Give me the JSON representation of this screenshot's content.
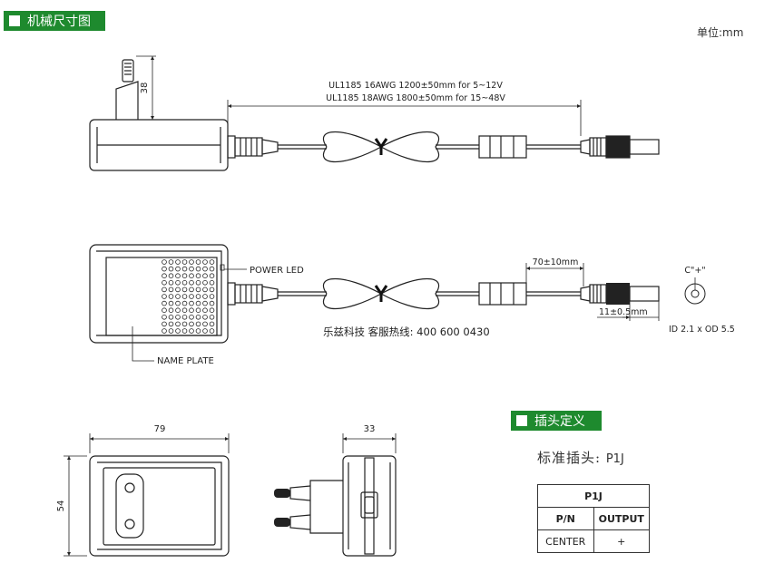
{
  "header_dims": "机械尺寸图",
  "unit": "单位:mm",
  "cable_spec_1": "UL1185 16AWG 1200±50mm for 5~12V",
  "cable_spec_2": "UL1185 18AWG 1800±50mm for 15~48V",
  "dim_38": "38",
  "power_led": "POWER LED",
  "name_plate": "NAME PLATE",
  "dim_70": "70±10mm",
  "dim_11": "11±0.5mm",
  "polarity": "C\"+\"",
  "connector_size": "ID 2.1 x OD 5.5",
  "company_phone": "乐兹科技 客服热线:  400 600 0430",
  "dim_79": "79",
  "dim_54": "54",
  "dim_33": "33",
  "header_plug": "插头定义",
  "plug_label": "标准插头:",
  "plug_code": "P1J",
  "pin_table": {
    "title": "P1J",
    "headers": [
      "P/N",
      "OUTPUT"
    ],
    "rows": [
      [
        "CENTER",
        "+"
      ]
    ]
  },
  "colors": {
    "header_bg": "#1e8a2e",
    "line": "#222222"
  }
}
